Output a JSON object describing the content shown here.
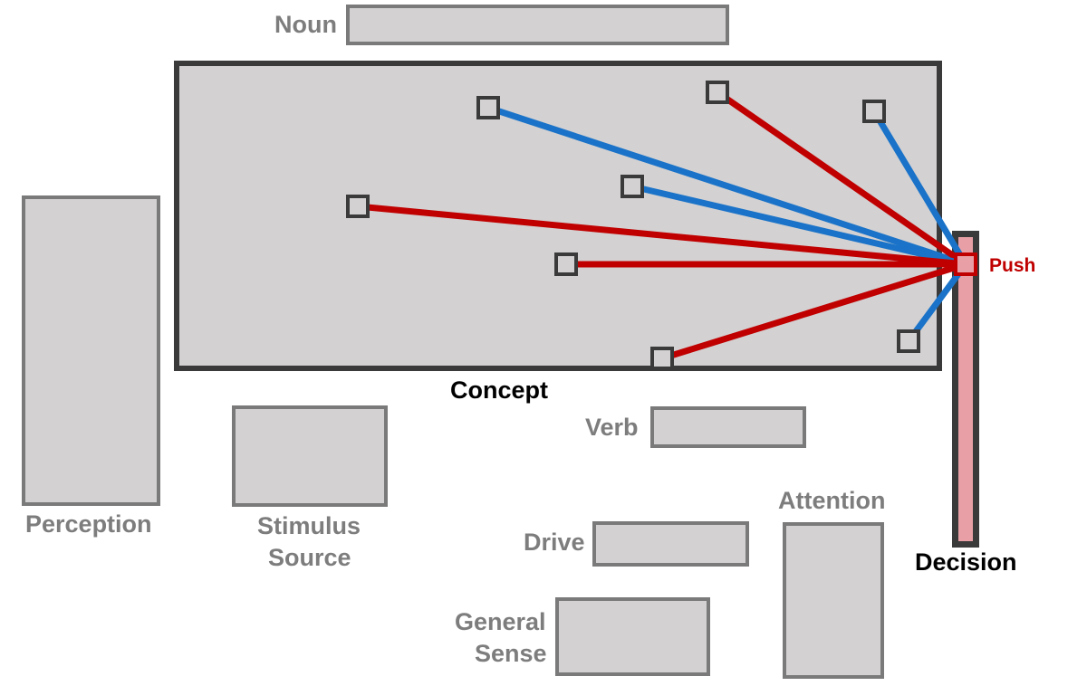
{
  "modules": {
    "noun": "Noun",
    "concept": "Concept",
    "perception": "Perception",
    "stimulus_source": [
      "Stimulus",
      "Source"
    ],
    "verb": "Verb",
    "drive": "Drive",
    "general_sense": [
      "General",
      "Sense"
    ],
    "attention": "Attention",
    "decision": "Decision"
  },
  "decision_node": {
    "label": "Push"
  },
  "colors": {
    "module_fill": "#d3d1d2",
    "module_border": "#7a7a7a",
    "active_border": "#3a3a3a",
    "inhibitory_link": "#c00000",
    "excitatory_link": "#1a73c8",
    "decision_fill": "#e8a0a6"
  }
}
